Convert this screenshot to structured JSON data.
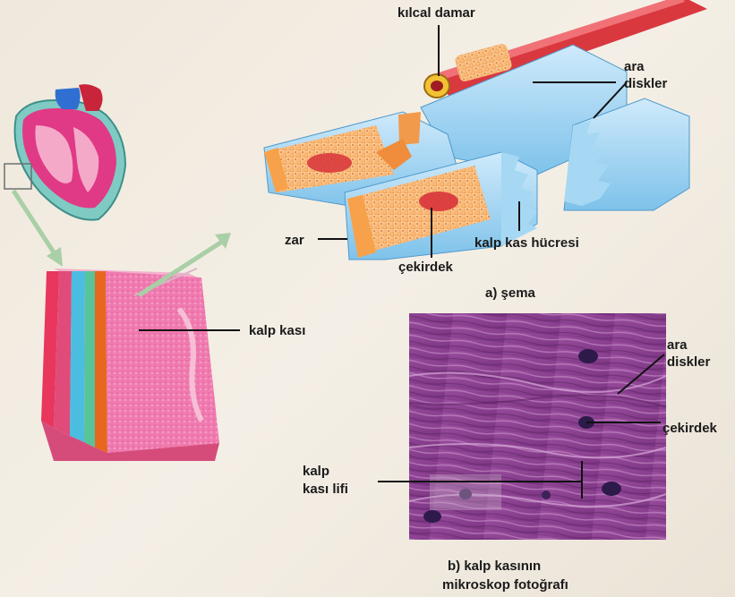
{
  "labels": {
    "capillary": "kılcal damar",
    "disks_a_line1": "ara",
    "disks_a_line2": "diskler",
    "membrane": "zar",
    "nucleus_a": "çekirdek",
    "muscle_cell": "kalp kas hücresi",
    "heart_muscle": "kalp kası",
    "disks_b_line1": "ara",
    "disks_b_line2": "diskler",
    "nucleus_b": "çekirdek",
    "fiber_line1": "kalp",
    "fiber_line2": "kası lifi"
  },
  "captions": {
    "a": "a) şema",
    "b_line1": "b) kalp kasının",
    "b_line2": "mikroskop fotoğrafı"
  },
  "colors": {
    "muscle_cell_blue": "#8fcdf0",
    "sarcoplasm_orange": "#f5a35a",
    "nucleus_red": "#d8333a",
    "micrograph_purple": "#8a3f8f",
    "tissue_pink": "#ec5e9a"
  },
  "icons": [
    "heart-illustration",
    "tissue-block-illustration",
    "muscle-cell-schema",
    "micrograph-photo"
  ]
}
